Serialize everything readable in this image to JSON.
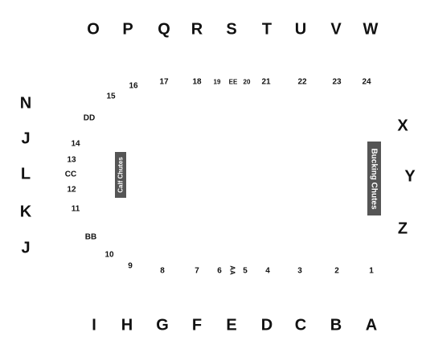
{
  "top_sections": [
    "O",
    "P",
    "Q",
    "R",
    "S",
    "T",
    "U",
    "V",
    "W"
  ],
  "bottom_sections": [
    "I",
    "H",
    "G",
    "F",
    "E",
    "D",
    "C",
    "B",
    "A"
  ],
  "left_sections": [
    "N",
    "J",
    "L",
    "K",
    "J"
  ],
  "right_sections": [
    "X",
    "Y",
    "Z"
  ],
  "inner_top": [
    "16",
    "17",
    "18",
    "19",
    "EE",
    "20",
    "21",
    "22",
    "23",
    "24",
    "15"
  ],
  "inner_left": [
    "DD",
    "14",
    "13",
    "CC",
    "12",
    "11",
    "BB",
    "10"
  ],
  "inner_bottom": [
    "9",
    "8",
    "7",
    "6",
    "AA",
    "5",
    "4",
    "3",
    "2",
    "1"
  ],
  "chutes": {
    "calf": "Calf Chutes",
    "bucking": "Bucking Chutes"
  },
  "colors": {
    "text": "#111111",
    "chute_bg": "#555555",
    "chute_text": "#ffffff"
  }
}
